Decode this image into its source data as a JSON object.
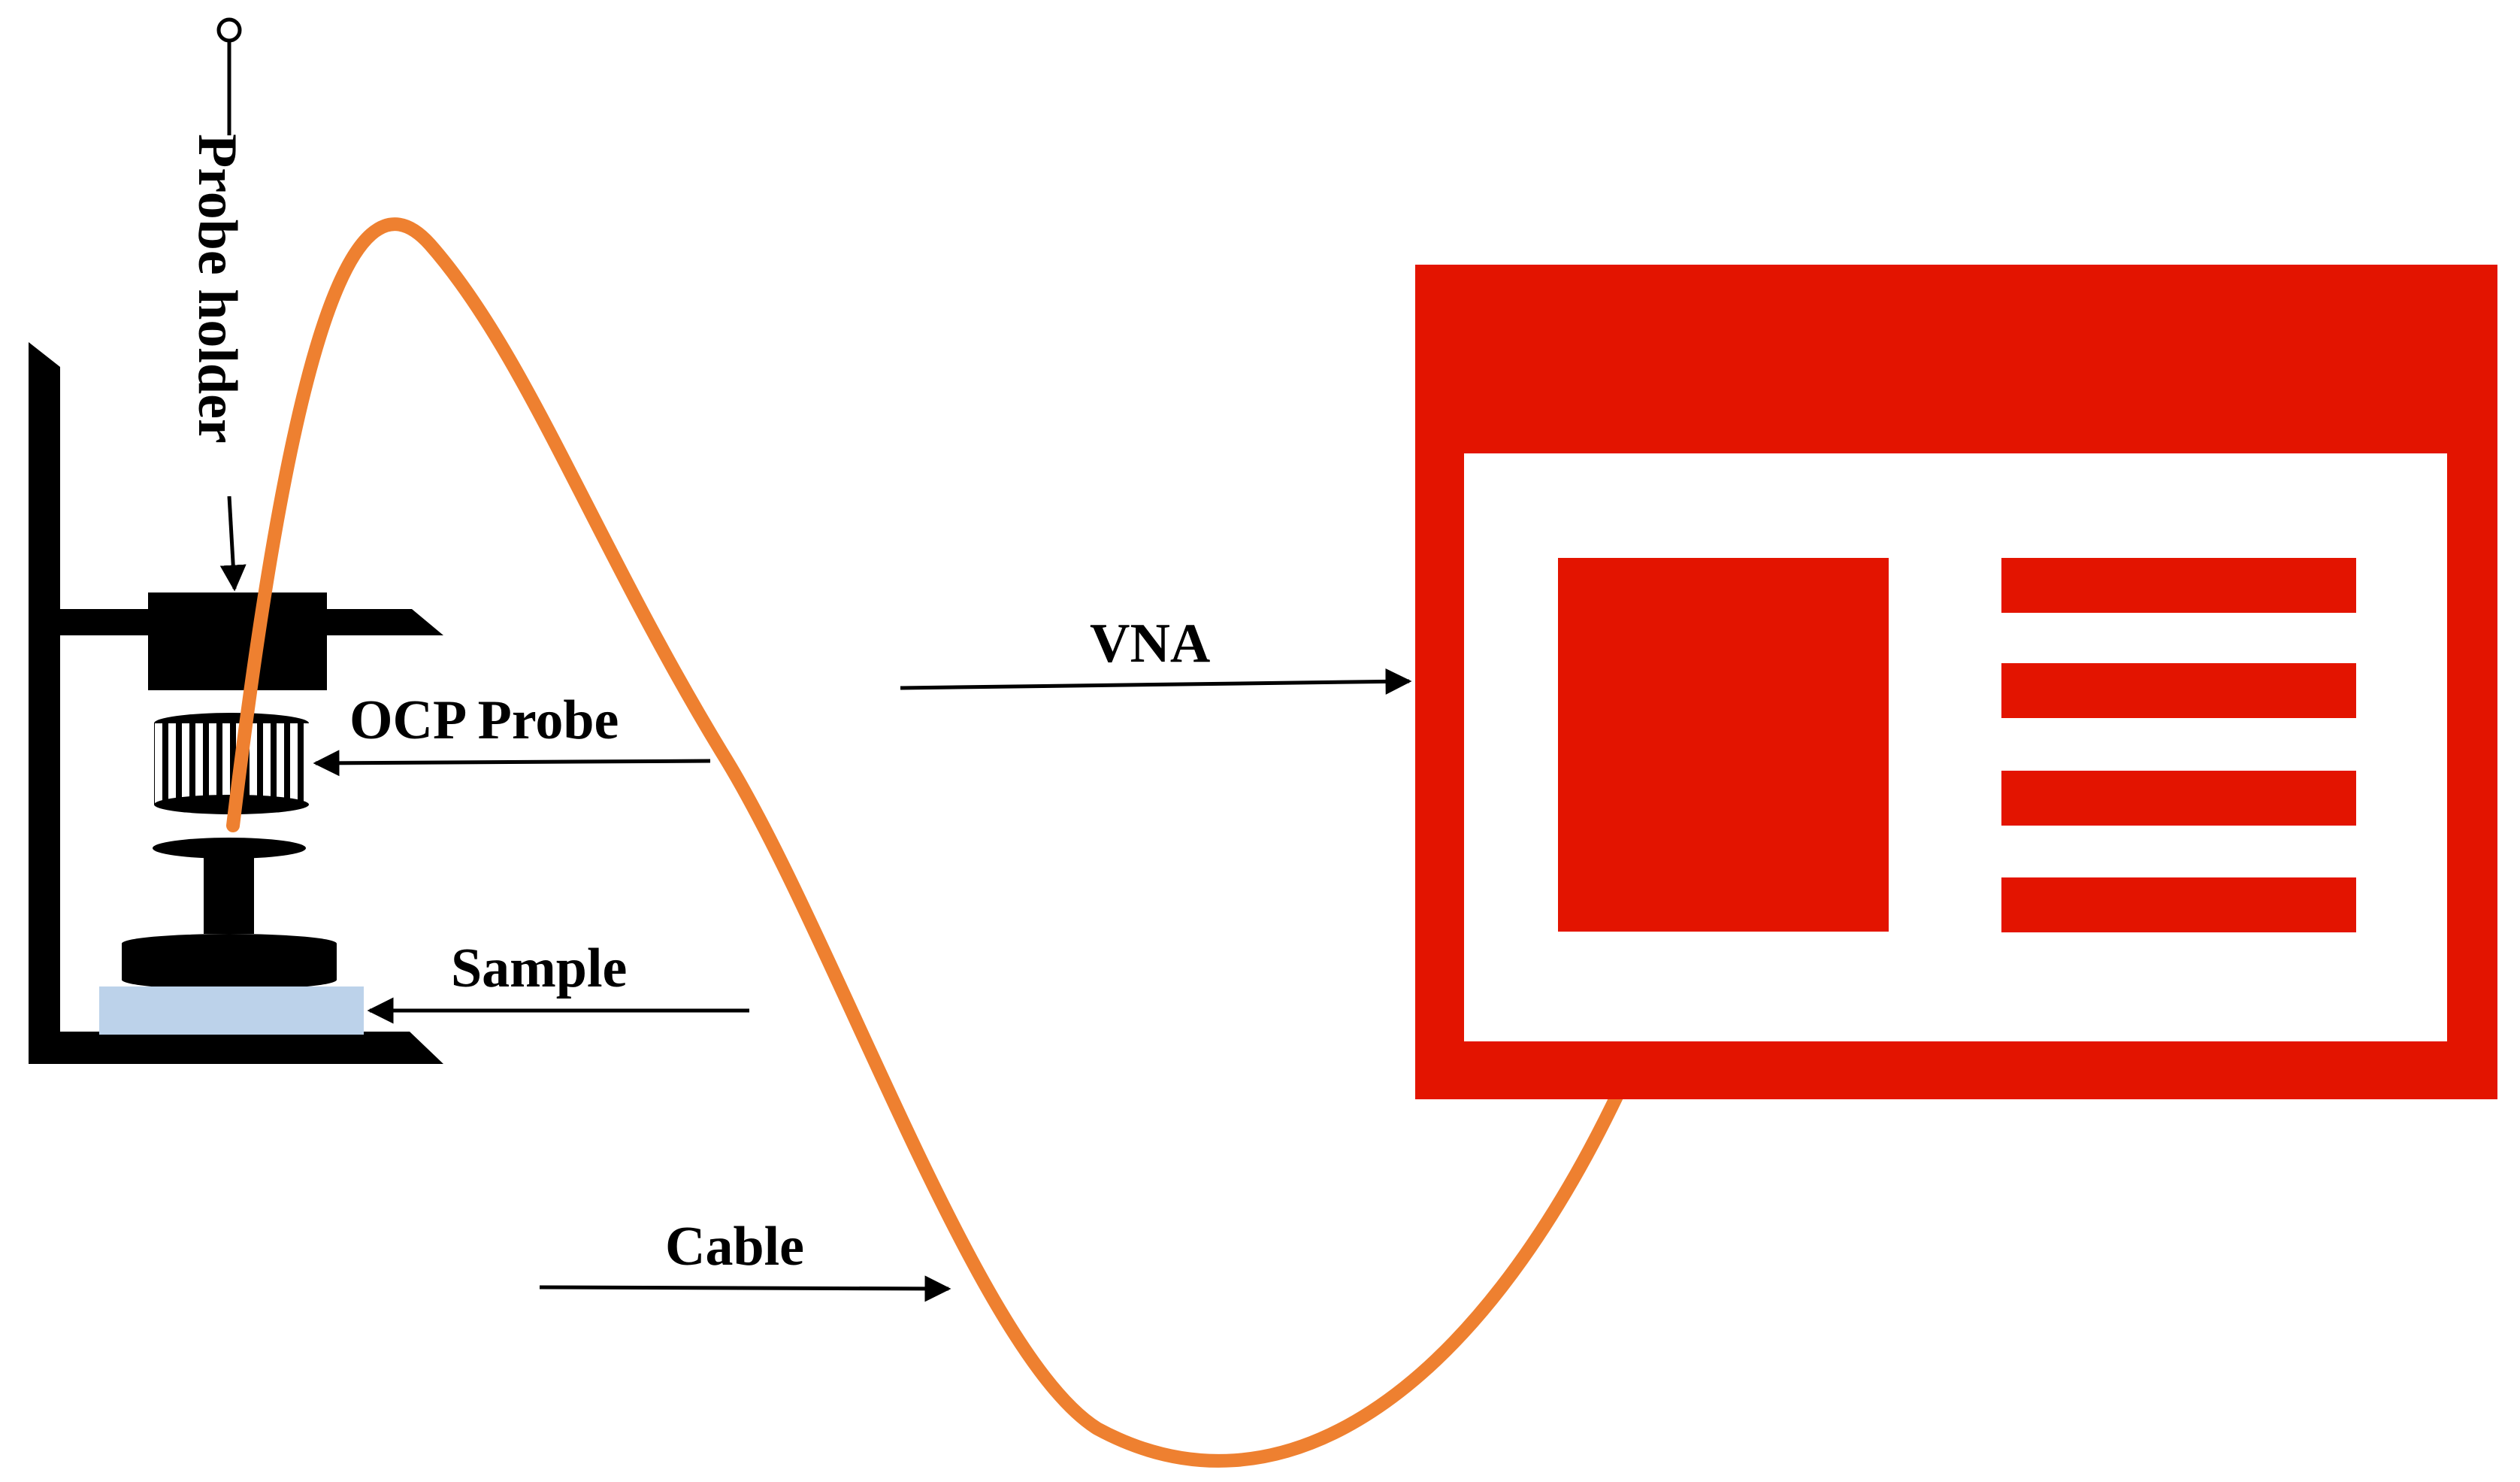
{
  "labels": {
    "probe_holder": "Probe holder",
    "ocp_probe": "OCP Probe",
    "sample": "Sample",
    "cable": "Cable",
    "vna": "VNA"
  },
  "colors": {
    "cable": "#EE8030",
    "vna": "#E31400",
    "stand": "#000000",
    "sample_base": "#BCD2EA",
    "background": "#FFFFFF"
  }
}
